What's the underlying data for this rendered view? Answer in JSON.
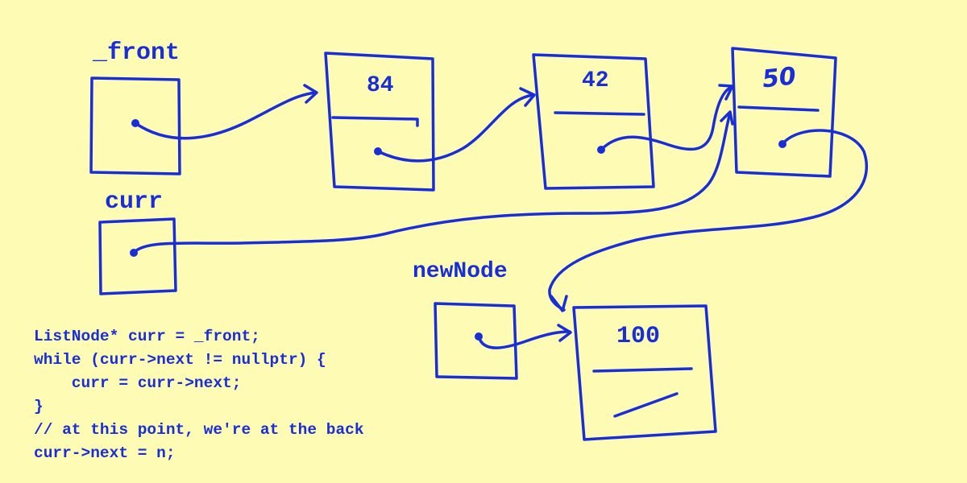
{
  "labels": {
    "front": "_front",
    "curr": "curr",
    "newNode": "newNode"
  },
  "nodes": [
    {
      "id": "node-84",
      "value": "84"
    },
    {
      "id": "node-42",
      "value": "42"
    },
    {
      "id": "node-50",
      "value": "50"
    },
    {
      "id": "node-100",
      "value": "100"
    }
  ],
  "code": {
    "lines": [
      "ListNode* curr = _front;",
      "while (curr->next != nullptr) {",
      "    curr = curr->next;",
      "}",
      "// at this point, we're at the back",
      "curr->next = n;"
    ]
  },
  "colors": {
    "background": "#fdfbb4",
    "ink": "#1a2ed6"
  }
}
